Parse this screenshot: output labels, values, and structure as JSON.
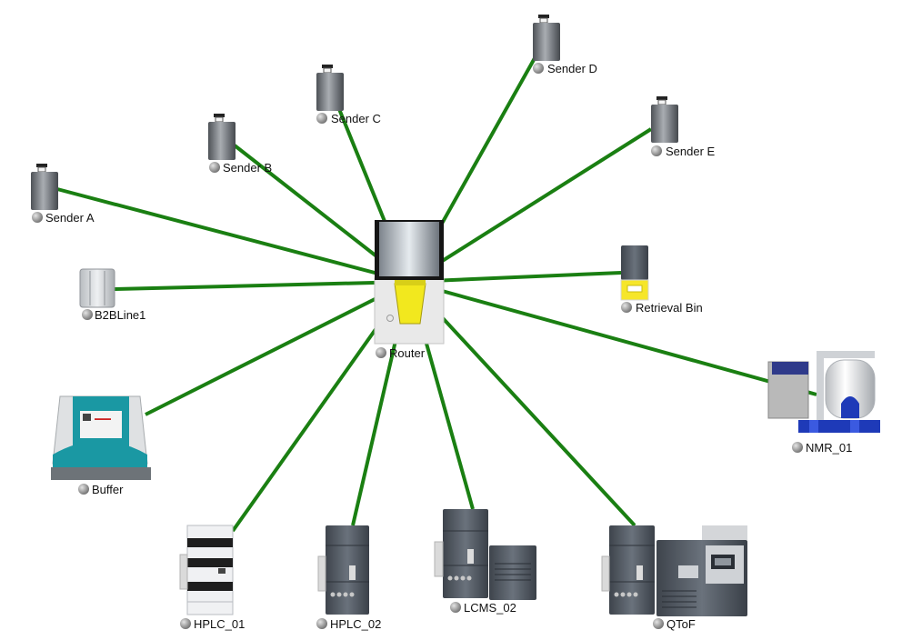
{
  "colors": {
    "link": "#1a7f12",
    "status_dot": "#8c8c8c",
    "router_accent": "#f2e81e",
    "buffer_teal": "#1a98a3",
    "nmr_blue": "#1e3ab8",
    "bin_yellow": "#f6e62a"
  },
  "nodes": [
    {
      "id": "router",
      "label": "Router",
      "icon": "router-icon"
    },
    {
      "id": "sender-a",
      "label": "Sender A",
      "icon": "sender-canister-icon"
    },
    {
      "id": "sender-b",
      "label": "Sender B",
      "icon": "sender-canister-icon"
    },
    {
      "id": "sender-c",
      "label": "Sender C",
      "icon": "sender-canister-icon"
    },
    {
      "id": "sender-d",
      "label": "Sender D",
      "icon": "sender-canister-icon"
    },
    {
      "id": "sender-e",
      "label": "Sender E",
      "icon": "sender-canister-icon"
    },
    {
      "id": "b2bline1",
      "label": "B2BLine1",
      "icon": "b2b-line-icon"
    },
    {
      "id": "retrieval-bin",
      "label": "Retrieval Bin",
      "icon": "retrieval-bin-icon"
    },
    {
      "id": "nmr-01",
      "label": "NMR_01",
      "icon": "nmr-instrument-icon"
    },
    {
      "id": "buffer",
      "label": "Buffer",
      "icon": "buffer-station-icon"
    },
    {
      "id": "hplc-01",
      "label": "HPLC_01",
      "icon": "hplc-stack-icon"
    },
    {
      "id": "hplc-02",
      "label": "HPLC_02",
      "icon": "hplc-stack-icon"
    },
    {
      "id": "lcms-02",
      "label": "LCMS_02",
      "icon": "lcms-instrument-icon"
    },
    {
      "id": "qtof",
      "label": "QToF",
      "icon": "qtof-instrument-icon"
    }
  ],
  "links": [
    {
      "from": "router",
      "to": "sender-a"
    },
    {
      "from": "router",
      "to": "sender-b"
    },
    {
      "from": "router",
      "to": "sender-c"
    },
    {
      "from": "router",
      "to": "sender-d"
    },
    {
      "from": "router",
      "to": "sender-e"
    },
    {
      "from": "router",
      "to": "b2bline1"
    },
    {
      "from": "router",
      "to": "retrieval-bin"
    },
    {
      "from": "router",
      "to": "nmr-01"
    },
    {
      "from": "router",
      "to": "buffer"
    },
    {
      "from": "router",
      "to": "hplc-01"
    },
    {
      "from": "router",
      "to": "hplc-02"
    },
    {
      "from": "router",
      "to": "lcms-02"
    },
    {
      "from": "router",
      "to": "qtof"
    }
  ]
}
